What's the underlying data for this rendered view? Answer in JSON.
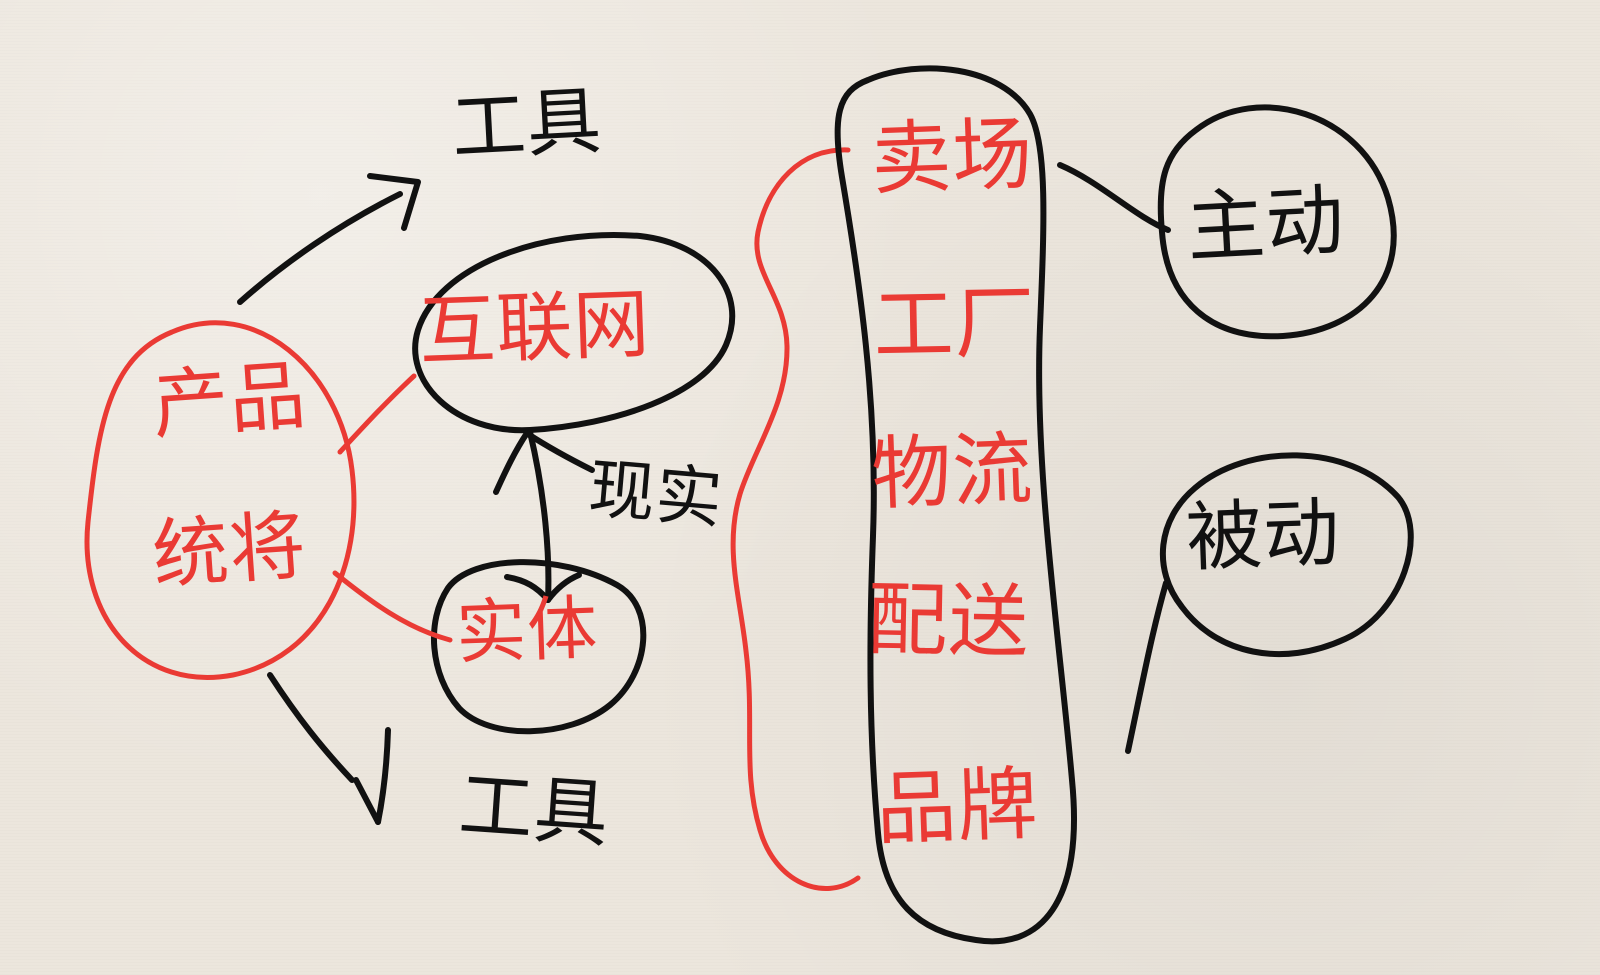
{
  "diagram": {
    "labels": {
      "tool_top": "工具",
      "internet": "互联网",
      "product_line1": "产品",
      "product_line2": "统将",
      "realize": "现实",
      "physical": "实体",
      "tool_bottom": "工具",
      "market": "卖场",
      "work": "工厂",
      "logistics": "物流",
      "delivery": "配送",
      "brand": "品牌",
      "active": "主动",
      "passive": "被动"
    },
    "colors": {
      "paper": "#ece6dd",
      "black_ink": "#111111",
      "red_ink": "#ea3a34"
    }
  }
}
